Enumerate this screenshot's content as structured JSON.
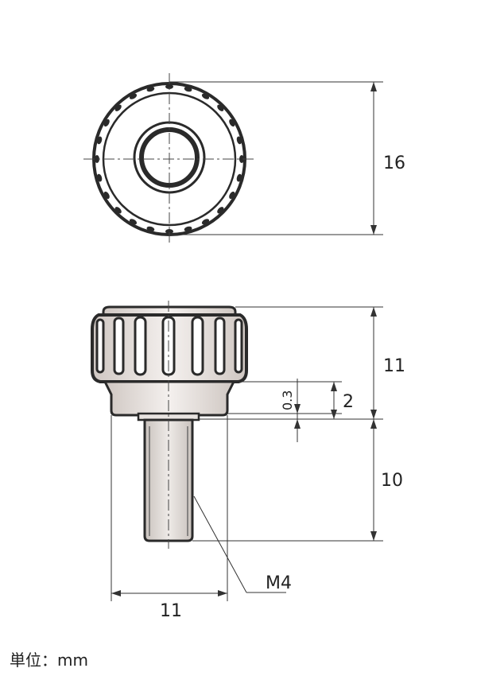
{
  "drawing": {
    "top_view": {
      "diameter_label": "16"
    },
    "side_view": {
      "head_height_label": "11",
      "shoulder_label": "2",
      "gap_label": "0.3",
      "thread_length_label": "10",
      "head_diameter_label": "11",
      "thread_label": "M4"
    },
    "unit_label": "単位：mm"
  }
}
